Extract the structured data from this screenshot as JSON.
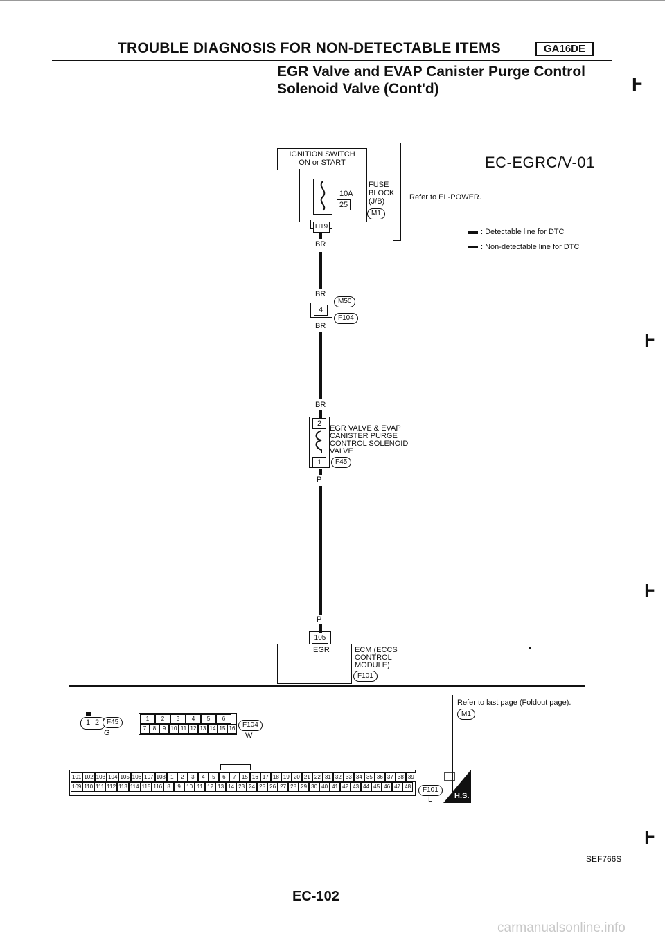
{
  "header": {
    "title": "TROUBLE DIAGNOSIS FOR NON-DETECTABLE ITEMS",
    "engine_tag": "GA16DE",
    "subtitle_line1": "EGR Valve and EVAP Canister Purge Control",
    "subtitle_line2": "Solenoid Valve (Cont'd)"
  },
  "diagram": {
    "code": "EC-EGRC/V-01",
    "ignition_switch": "IGNITION SWITCH",
    "ignition_switch2": "ON or START",
    "fuse_amp": "10A",
    "fuse_no": "25",
    "fuse_block_l1": "FUSE",
    "fuse_block_l2": "BLOCK",
    "fuse_block_l3": "(J/B)",
    "fuse_conn": "M1",
    "refer_power": "Refer to EL-POWER.",
    "legend_detect": ": Detectable line for DTC",
    "legend_nondetect": ": Non-detectable line for DTC",
    "conn_h19": "H19",
    "wire_br1": "BR",
    "wire_br2": "BR",
    "wire_br3": "BR",
    "wire_br4": "BR",
    "conn_m50": "M50",
    "conn_f104": "F104",
    "junction_pin": "4",
    "valve_pin2": "2",
    "valve_pin1": "1",
    "valve_l1": "EGR VALVE & EVAP",
    "valve_l2": "CANISTER PURGE",
    "valve_l3": "CONTROL SOLENOID",
    "valve_l4": "VALVE",
    "valve_conn": "F45",
    "wire_p1": "P",
    "wire_p2": "P",
    "ecm_pin": "105",
    "ecm_egr": "EGR",
    "ecm_l1": "ECM (ECCS",
    "ecm_l2": "CONTROL",
    "ecm_l3": "MODULE)",
    "ecm_conn": "F101",
    "refer_last": "Refer to last page (Foldout page).",
    "refer_last_conn": "M1"
  },
  "connectors": {
    "f45_label": "F45",
    "f45_pins": [
      "1",
      "2"
    ],
    "f45_color": "G",
    "f104_label": "F104",
    "f104_top": [
      "1",
      "2",
      "3",
      "4",
      "5",
      "6"
    ],
    "f104_bottom": [
      "7",
      "8",
      "9",
      "10",
      "11",
      "12",
      "13",
      "14",
      "15",
      "16"
    ],
    "f104_color": "W",
    "f101_label": "F101",
    "f101_color": "L",
    "f101_top": [
      "101",
      "102",
      "103",
      "104",
      "105",
      "106",
      "107",
      "108",
      "1",
      "2",
      "3",
      "4",
      "5",
      "6",
      "7",
      "15",
      "16",
      "17",
      "18",
      "19",
      "20",
      "21",
      "22",
      "31",
      "32",
      "33",
      "34",
      "35",
      "36",
      "37",
      "38",
      "39"
    ],
    "f101_bottom": [
      "109",
      "110",
      "111",
      "112",
      "113",
      "114",
      "115",
      "116",
      "8",
      "9",
      "10",
      "11",
      "12",
      "13",
      "14",
      "23",
      "24",
      "25",
      "26",
      "27",
      "28",
      "29",
      "30",
      "40",
      "41",
      "42",
      "43",
      "44",
      "45",
      "46",
      "47",
      "48"
    ],
    "hs": "H.S."
  },
  "footer": {
    "page": "EC-102",
    "figure_id": "SEF766S",
    "watermark": "carmanualsonline.info"
  }
}
